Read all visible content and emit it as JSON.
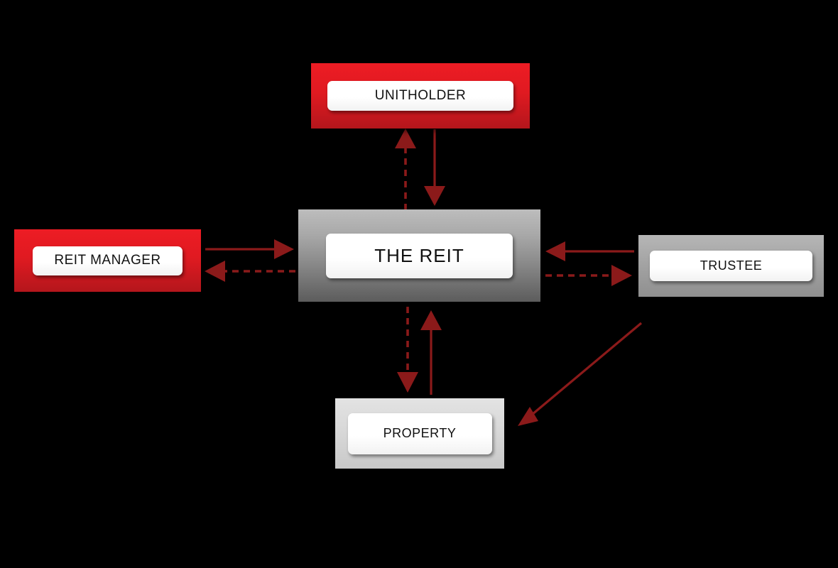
{
  "diagram": {
    "title": "REIT Structure Diagram",
    "background_color": "#000000",
    "accent_red": "#ED1C24",
    "arrow_color": "#8B1A1A",
    "nodes": [
      {
        "id": "unitholder",
        "label": "UNITHOLDER",
        "frame_style": "red",
        "position": "top"
      },
      {
        "id": "reit_manager",
        "label": "REIT MANAGER",
        "frame_style": "red",
        "position": "left"
      },
      {
        "id": "the_reit",
        "label": "THE  REIT",
        "frame_style": "gray-dark",
        "position": "center"
      },
      {
        "id": "trustee",
        "label": "TRUSTEE",
        "frame_style": "gray-mid",
        "position": "right"
      },
      {
        "id": "property",
        "label": "PROPERTY",
        "frame_style": "gray-light",
        "position": "bottom"
      }
    ],
    "connections": [
      {
        "id": "unitholder-to-reit",
        "from": "unitholder",
        "to": "the_reit",
        "line": "solid",
        "direction": "down"
      },
      {
        "id": "reit-to-unitholder",
        "from": "the_reit",
        "to": "unitholder",
        "line": "dashed",
        "direction": "up"
      },
      {
        "id": "manager-to-reit",
        "from": "reit_manager",
        "to": "the_reit",
        "line": "solid",
        "direction": "right"
      },
      {
        "id": "reit-to-manager",
        "from": "the_reit",
        "to": "reit_manager",
        "line": "dashed",
        "direction": "left"
      },
      {
        "id": "trustee-to-reit",
        "from": "trustee",
        "to": "the_reit",
        "line": "solid",
        "direction": "left"
      },
      {
        "id": "reit-to-trustee",
        "from": "the_reit",
        "to": "trustee",
        "line": "dashed",
        "direction": "right"
      },
      {
        "id": "property-to-reit",
        "from": "property",
        "to": "the_reit",
        "line": "solid",
        "direction": "up"
      },
      {
        "id": "reit-to-property",
        "from": "the_reit",
        "to": "property",
        "line": "dashed",
        "direction": "down"
      },
      {
        "id": "trustee-to-property",
        "from": "trustee",
        "to": "property",
        "line": "solid",
        "direction": "diagonal-down-left"
      }
    ]
  }
}
